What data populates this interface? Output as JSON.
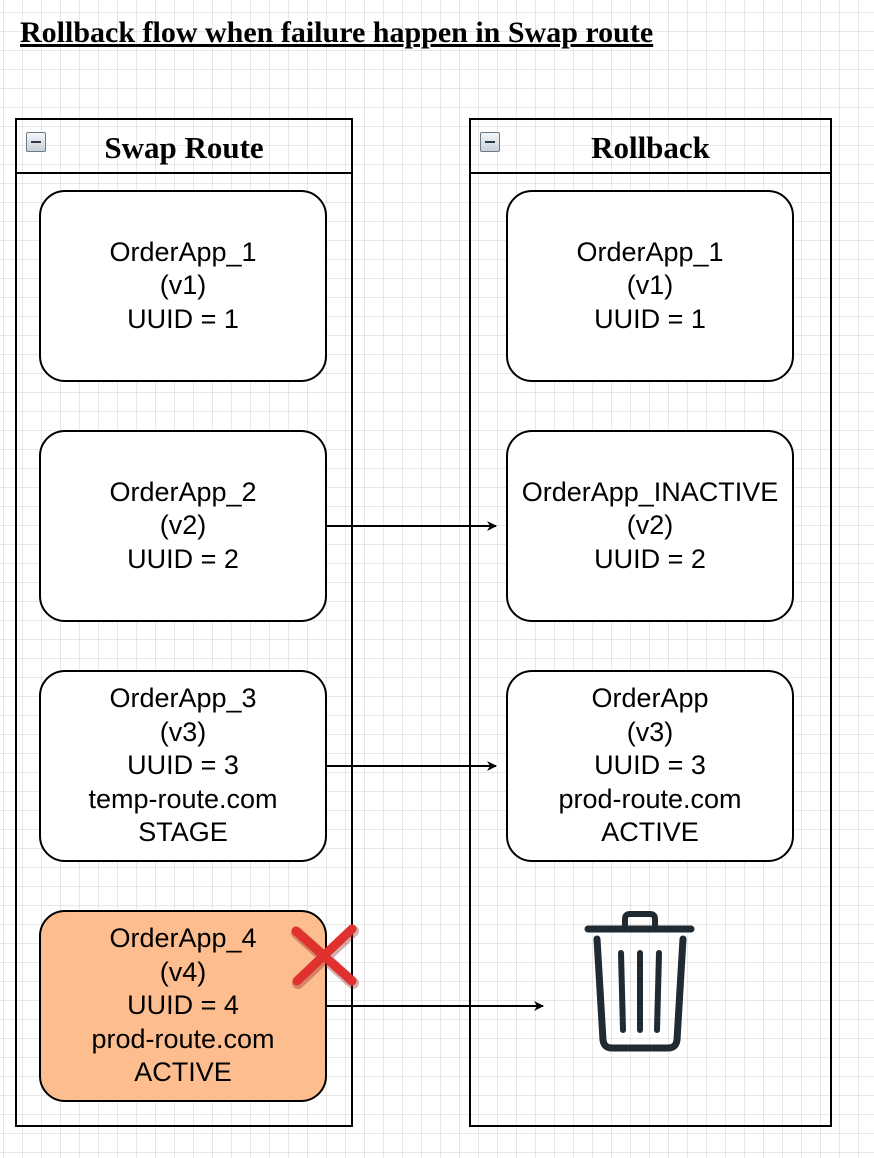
{
  "title": "Rollback flow when failure happen in Swap route",
  "lanes": [
    {
      "title": "Swap Route",
      "boxes": [
        {
          "lines": [
            "OrderApp_1",
            "(v1)",
            "UUID = 1"
          ]
        },
        {
          "lines": [
            "OrderApp_2",
            "(v2)",
            "UUID = 2"
          ]
        },
        {
          "lines": [
            "OrderApp_3",
            "(v3)",
            "UUID = 3",
            "temp-route.com",
            "STAGE"
          ]
        },
        {
          "lines": [
            "OrderApp_4",
            "(v4)",
            "UUID = 4",
            "prod-route.com",
            "ACTIVE"
          ],
          "status": "failed",
          "fill": "#fdbd8e"
        }
      ]
    },
    {
      "title": "Rollback",
      "boxes": [
        {
          "lines": [
            "OrderApp_1",
            "(v1)",
            "UUID = 1"
          ]
        },
        {
          "lines": [
            "OrderApp_INACTIVE",
            "(v2)",
            "UUID = 2"
          ]
        },
        {
          "lines": [
            "OrderApp",
            "(v3)",
            "UUID = 3",
            "prod-route.com",
            "ACTIVE"
          ]
        }
      ]
    }
  ],
  "icons": {
    "failure": "red-x-icon",
    "deleted": "trash-can-icon"
  },
  "colors": {
    "failure_mark": "#e0312f",
    "failed_fill": "#fdbd8e",
    "trash": "#1f2a33"
  }
}
